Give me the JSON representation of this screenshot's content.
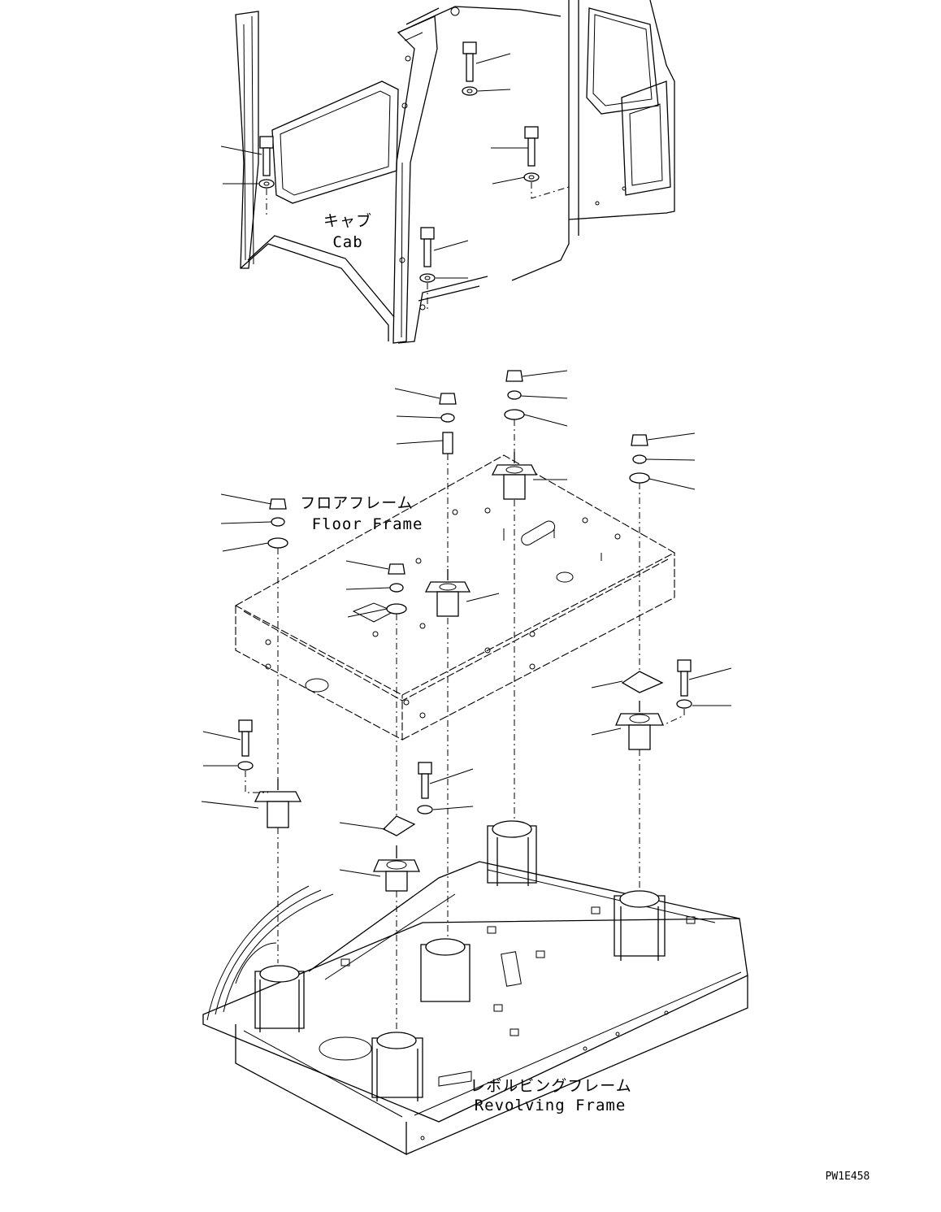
{
  "labels": {
    "cab_jp": "キャブ",
    "cab_en": "Cab",
    "floor_jp": "フロアフレーム",
    "floor_en": "Floor Frame",
    "revolving_jp": "レボルビングフレーム",
    "revolving_en": "Revolving Frame"
  },
  "figure_code": "PW1E458"
}
